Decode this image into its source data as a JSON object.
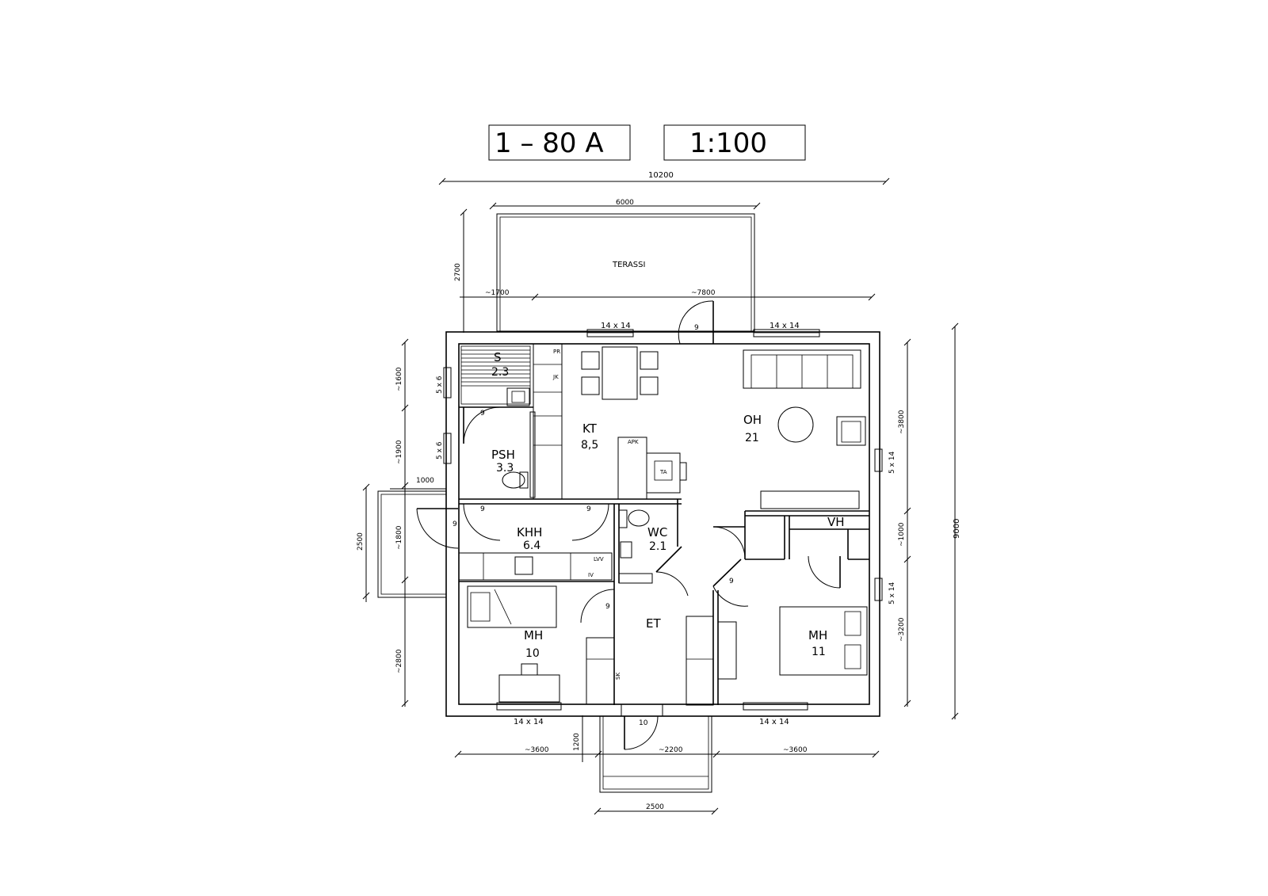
{
  "title": {
    "code": "1 – 80 A",
    "scale": "1:100"
  },
  "rooms": {
    "terassi": {
      "name": "TERASSI"
    },
    "sauna": {
      "name": "S",
      "area": "2.3"
    },
    "psh": {
      "name": "PSH",
      "area": "3.3"
    },
    "kt": {
      "name": "KT",
      "area": "8,5"
    },
    "oh": {
      "name": "OH",
      "area": "21"
    },
    "khh": {
      "name": "KHH",
      "area": "6.4"
    },
    "wc": {
      "name": "WC",
      "area": "2.1"
    },
    "vh": {
      "name": "VH"
    },
    "et": {
      "name": "ET"
    },
    "mh1": {
      "name": "MH",
      "area": "10"
    },
    "mh2": {
      "name": "MH",
      "area": "11"
    }
  },
  "dimensions": {
    "total_width": "10200",
    "total_height": "9000",
    "terrace_width": "6000",
    "terrace_depth": "2700",
    "top_left": "~1700",
    "top_right": "~7800",
    "left_1": "~1600",
    "left_2": "~1900",
    "left_3": "~1800",
    "left_4": "~2800",
    "porch_width": "1000",
    "porch_height": "2500",
    "right_1": "~3800",
    "right_2": "~1000",
    "right_3": "~3200",
    "bottom_left": "~3600",
    "bottom_mid": "~2200",
    "bottom_right": "~3600",
    "entry_depth": "1200",
    "entry_width": "2500"
  },
  "windows": {
    "top_1": "14 x 14",
    "top_2": "14 x 14",
    "left_1": "5 x 6",
    "left_2": "5 x 6",
    "right_1": "5 x 14",
    "right_2": "5 x 14",
    "bottom_1": "14 x 14",
    "bottom_2": "14 x 14"
  },
  "doors": {
    "terrace": "9",
    "sauna": "9",
    "porch": "9",
    "khh_left": "9",
    "khh_right": "9",
    "mh1": "9",
    "mh2": "9",
    "entry": "10"
  },
  "fixtures": {
    "pr": "PR",
    "jk": "JK",
    "apk": "APK",
    "ta": "TA",
    "lvv": "LVV",
    "iv": "IV",
    "sk": "SK"
  }
}
